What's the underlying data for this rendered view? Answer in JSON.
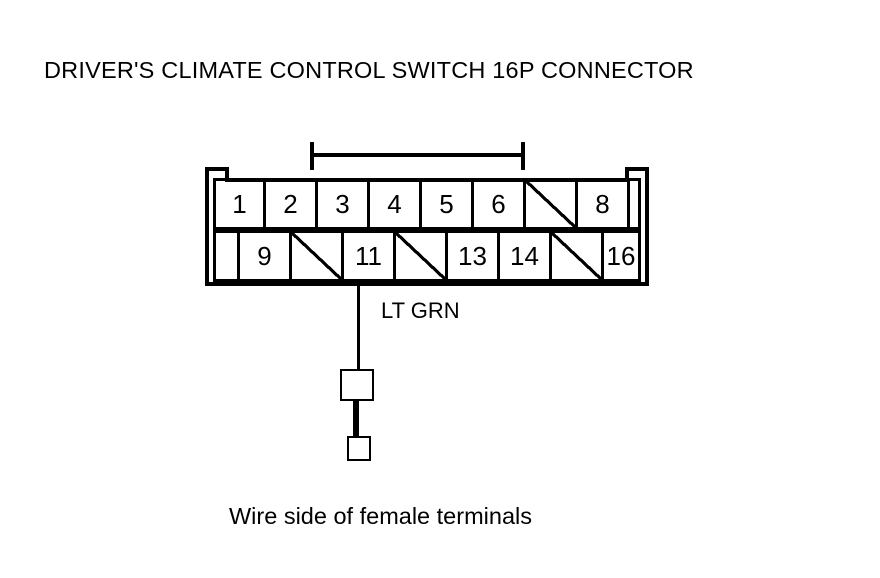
{
  "diagram": {
    "title": "DRIVER'S CLIMATE CONTROL SWITCH 16P CONNECTOR",
    "caption": "Wire side of female terminals",
    "line_color": "#000000",
    "background_color": "#ffffff"
  },
  "connector": {
    "cavity_count": 16,
    "top_row": [
      {
        "label": "1",
        "used": true
      },
      {
        "label": "2",
        "used": true
      },
      {
        "label": "3",
        "used": true
      },
      {
        "label": "4",
        "used": true
      },
      {
        "label": "5",
        "used": true
      },
      {
        "label": "6",
        "used": true
      },
      {
        "label": "",
        "used": false
      },
      {
        "label": "8",
        "used": true
      }
    ],
    "bottom_row": [
      {
        "label": "9",
        "used": true
      },
      {
        "label": "",
        "used": false
      },
      {
        "label": "11",
        "used": true
      },
      {
        "label": "",
        "used": false
      },
      {
        "label": "13",
        "used": true
      },
      {
        "label": "14",
        "used": true
      },
      {
        "label": "",
        "used": false
      },
      {
        "label": "16",
        "used": true
      }
    ]
  },
  "wire": {
    "color_code": "LT GRN",
    "source_cavity": "11"
  }
}
